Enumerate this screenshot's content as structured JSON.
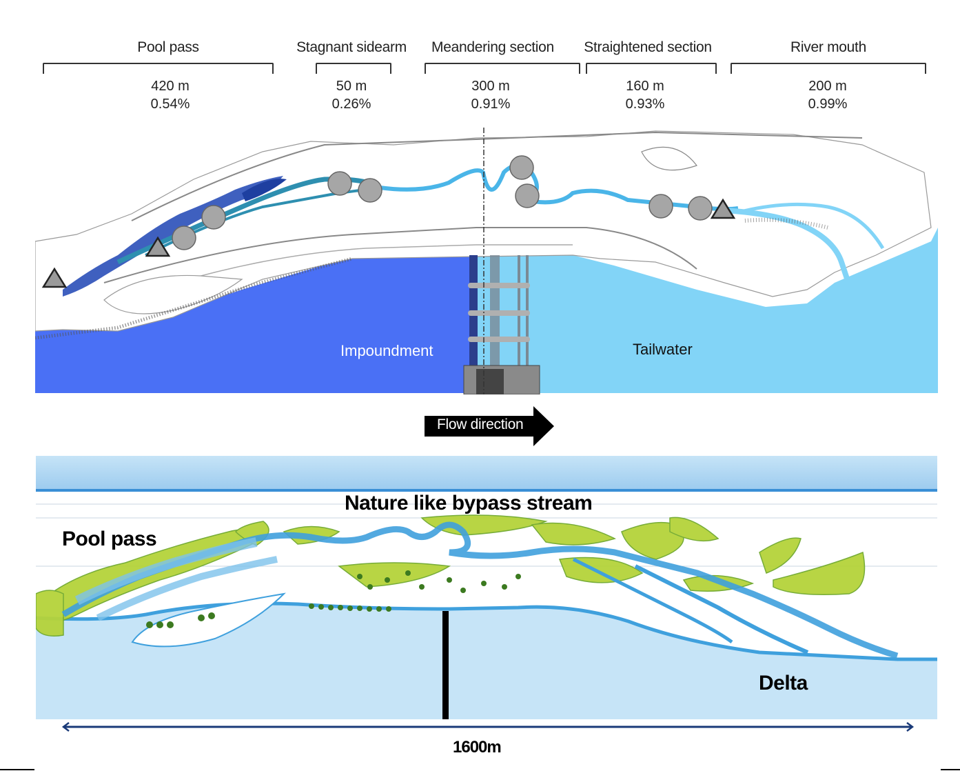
{
  "sections": [
    {
      "name": "Pool pass",
      "length": "420 m",
      "slope": "0.54%"
    },
    {
      "name": "Stagnant sidearm",
      "length": "50 m",
      "slope": "0.26%"
    },
    {
      "name": "Meandering section",
      "length": "300 m",
      "slope": "0.91%"
    },
    {
      "name": "Straightened section",
      "length": "160 m",
      "slope": "0.93%"
    },
    {
      "name": "River mouth",
      "length": "200 m",
      "slope": "0.99%"
    }
  ],
  "top_map": {
    "impoundment_label": "Impoundment",
    "tailwater_label": "Tailwater",
    "markers": {
      "circle": "sampling-site-circle",
      "triangle": "sampling-site-triangle"
    },
    "colors": {
      "impoundment": "#4a70f5",
      "tailwater": "#82d4f7",
      "pool_pass": "#2a4fb8",
      "sidearm": "#2e8fb0",
      "meander": "#4ab5e8",
      "marker_fill": "#a6a6a6"
    }
  },
  "flow": {
    "label": "Flow direction"
  },
  "bottom_map": {
    "title": "Nature like bypass stream",
    "pool_pass_label": "Pool pass",
    "delta_label": "Delta",
    "colors": {
      "water": "#c6e4f7",
      "channel": "#3fa0dd",
      "vegetation": "#b5d33a",
      "vegetation_dark": "#6fa82e"
    }
  },
  "scale": {
    "label": "1600m"
  }
}
